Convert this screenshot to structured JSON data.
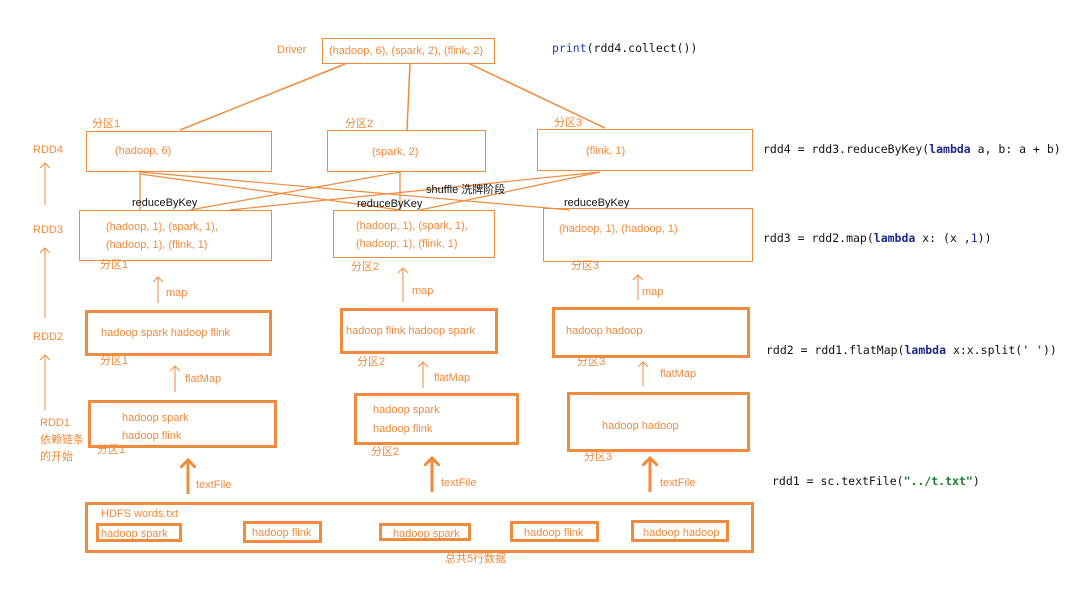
{
  "driver": {
    "label": "Driver",
    "content": "(hadoop, 6), (spark, 2), (flink, 2)"
  },
  "levels": {
    "rdd4": "RDD4",
    "rdd3": "RDD3",
    "rdd2": "RDD2",
    "rdd1": [
      "RDD1",
      "依赖链条",
      "的开始"
    ]
  },
  "ops": {
    "reduceByKey": "reduceByKey",
    "shuffle": "shuffle 洗牌阶段",
    "map": "map",
    "flatMap": "flatMap",
    "textFile": "textFile"
  },
  "partitions": [
    "分区1",
    "分区2",
    "分区3"
  ],
  "rdd4": [
    "(hadoop, 6)",
    "(spark, 2)",
    "(flink, 1)"
  ],
  "rdd3": [
    [
      "(hadoop, 1), (spark, 1),",
      "(hadoop, 1), (flink, 1)"
    ],
    [
      "(hadoop, 1), (spark, 1),",
      "(hadoop, 1), (flink, 1)"
    ],
    [
      "(hadoop, 1), (hadoop, 1)"
    ]
  ],
  "rdd2": [
    "hadoop spark  hadoop flink",
    "hadoop flink  hadoop spark",
    "hadoop     hadoop"
  ],
  "rdd1": [
    [
      "hadoop   spark",
      "hadoop   flink"
    ],
    [
      "hadoop     spark",
      "hadoop     flink"
    ],
    [
      "hadoop     hadoop"
    ]
  ],
  "hdfs": {
    "title": "HDFS  words.txt",
    "lines": [
      "hadoop   spark",
      "hadoop flink",
      "hadoop spark",
      "hadoop    flink",
      "hadoop hadoop"
    ],
    "footer": "总共5行数据"
  },
  "code": {
    "print": {
      "fn": "print",
      "rest": "(rdd4.collect())"
    },
    "rdd4": {
      "pre": "rdd4 = rdd3.reduceByKey(",
      "kw": "lambda",
      "post": " a, b: a + b)"
    },
    "rdd3": {
      "pre": "rdd3 = rdd2.map(",
      "kw": "lambda",
      "mid": " x: (x ,",
      "num": "1",
      "post": "))"
    },
    "rdd2": {
      "pre": "rdd2 = rdd1.flatMap(",
      "kw": "lambda",
      "mid": " x:x.split(",
      "str": "' '",
      "post": "))"
    },
    "rdd1": {
      "pre": "rdd1 = sc.textFile(",
      "str": "\"../t.txt\"",
      "post": ")"
    }
  },
  "colors": {
    "accent": "#f08a3c",
    "text": "#111111",
    "keyword": "#1a2a8a",
    "string": "#1d7a2a"
  }
}
